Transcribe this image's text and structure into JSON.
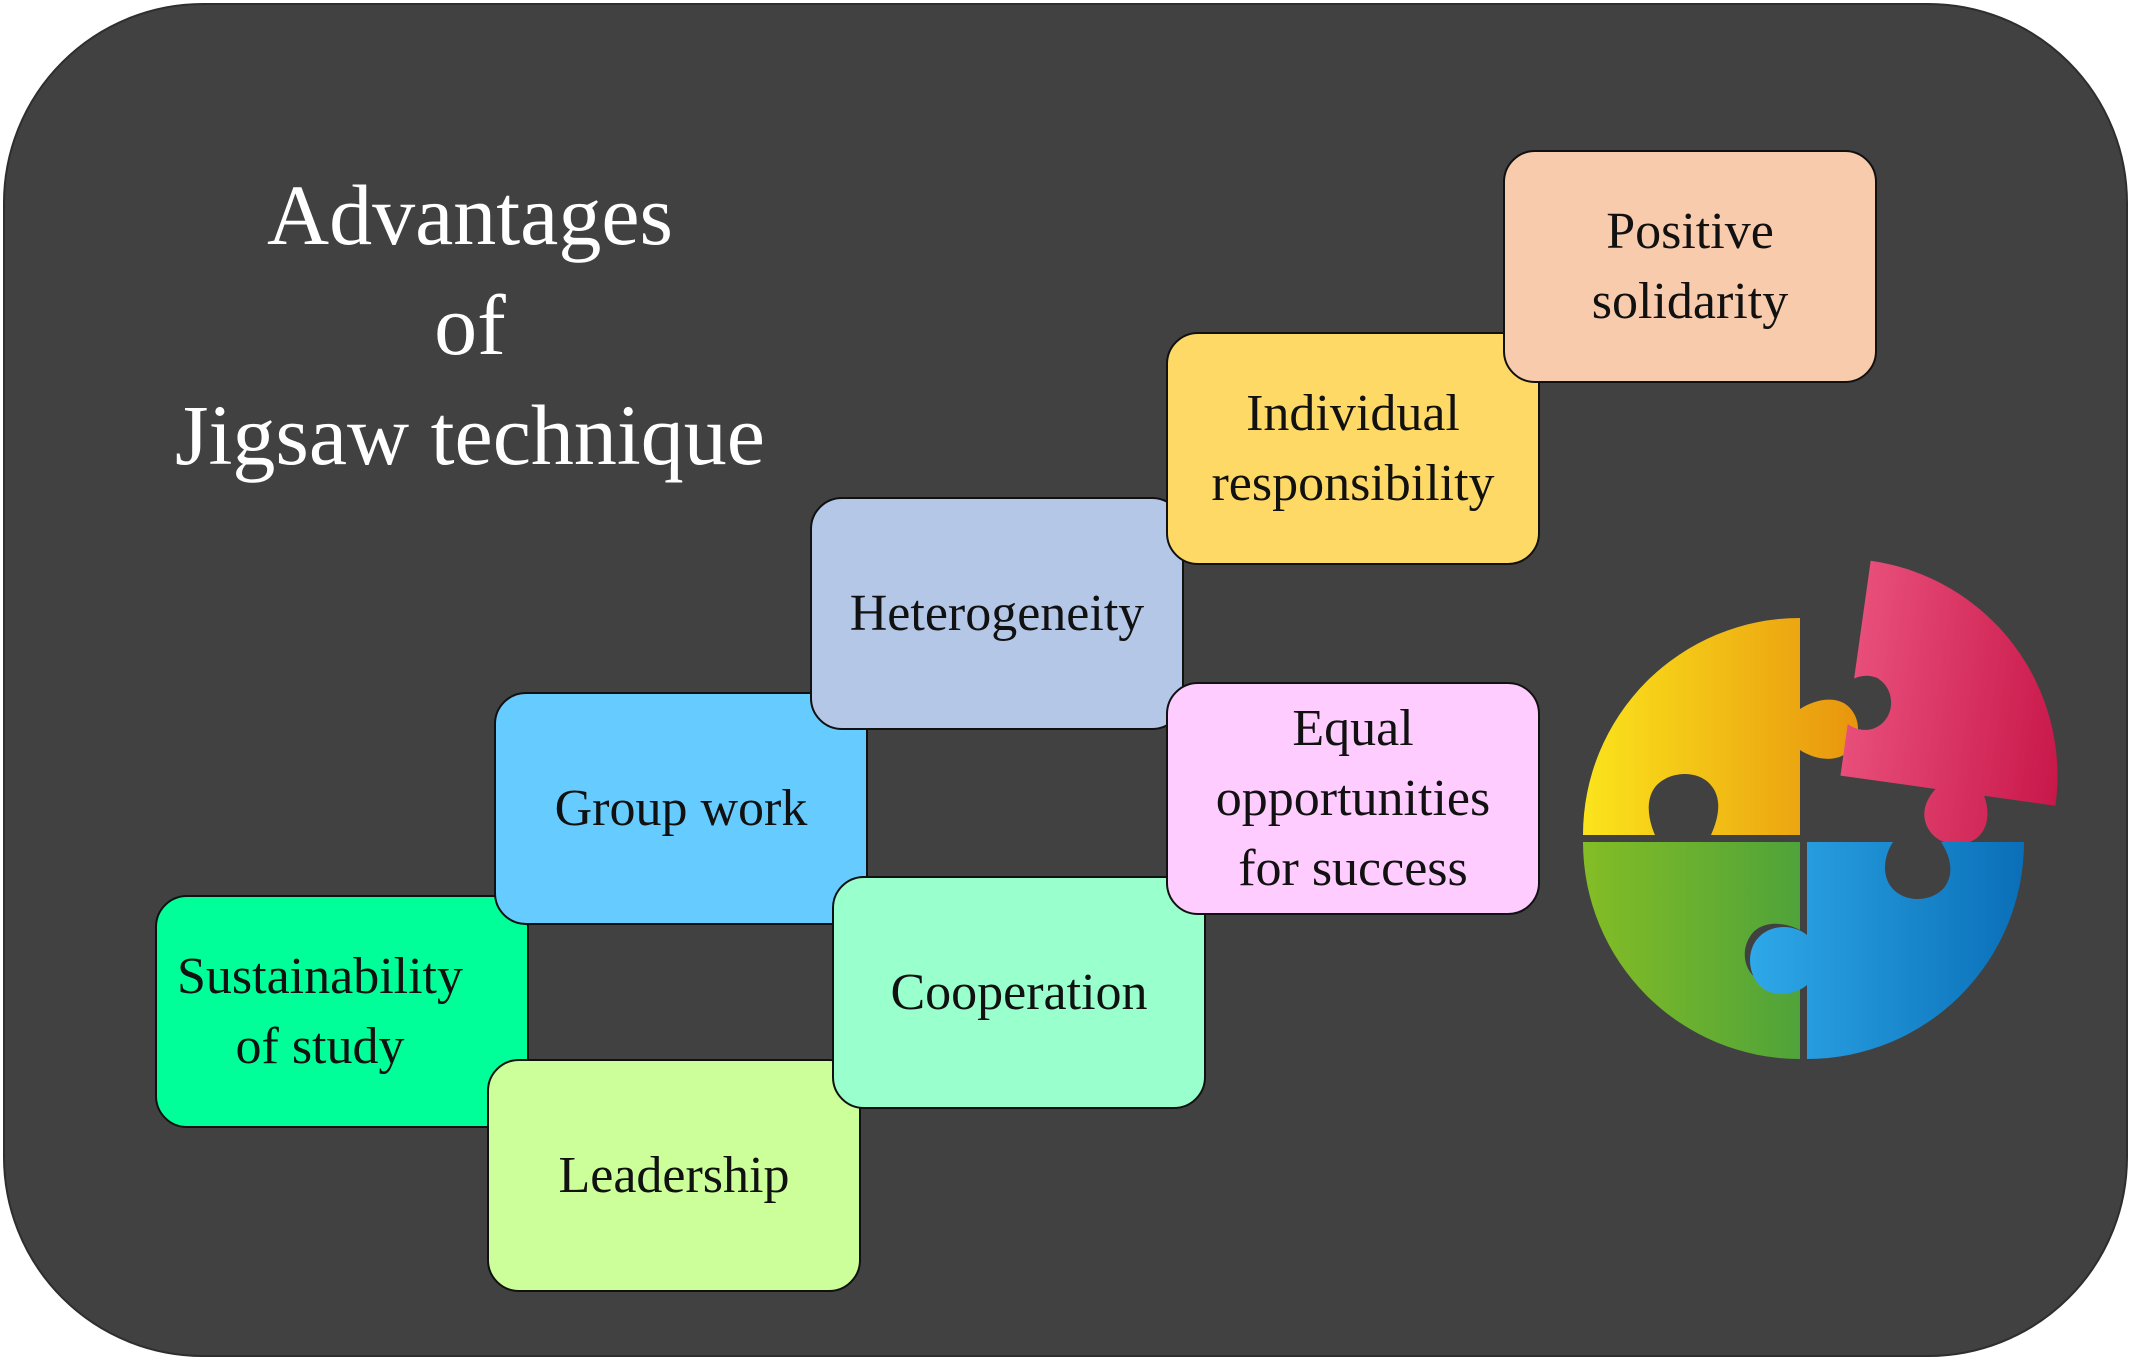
{
  "title": {
    "line1": "Advantages",
    "line2": "of",
    "line3": "Jigsaw technique"
  },
  "boxes": {
    "sustainability": {
      "line1": "Sustainability",
      "line2": "of  study",
      "color": "#00FF99"
    },
    "leadership": {
      "label": "Leadership",
      "color": "#CCFF99"
    },
    "group_work": {
      "label": "Group work",
      "color": "#66CCFF"
    },
    "cooperation": {
      "label": "Cooperation",
      "color": "#99FFCC"
    },
    "heterogeneity": {
      "label": "Heterogeneity",
      "color": "#B4C7E7"
    },
    "equal": {
      "line1": "Equal",
      "line2": "opportunities",
      "line3": "for success",
      "color": "#FFCCFF"
    },
    "individual": {
      "line1": "Individual",
      "line2": "responsibility",
      "color": "#FFD966"
    },
    "positive": {
      "line1": "Positive",
      "line2": "solidarity",
      "color": "#F8CBAD"
    }
  },
  "puzzle_icon": {
    "name": "jigsaw-puzzle-icon",
    "colors": [
      "#F5D312",
      "#E3384F",
      "#6EB42C",
      "#1C8BD6"
    ]
  }
}
